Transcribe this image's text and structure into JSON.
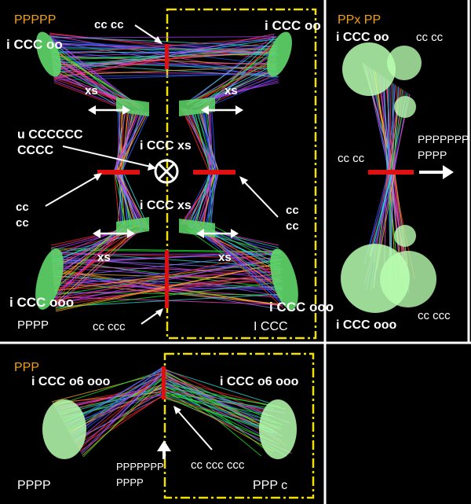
{
  "colors": {
    "background": "#000000",
    "panel_border": "#ffffff",
    "dash_box": "#f2e000",
    "title_text": "#f2a01a",
    "label_text": "#ffffff",
    "mirror_green": "#5fd86a",
    "mirror_light": "#b8ffb0",
    "plane_red": "#e01010",
    "beam_colors": [
      "#ff2a2a",
      "#2a5cff",
      "#22ee33",
      "#b040ff",
      "#ff40d0",
      "#ffb020",
      "#30e0e0",
      "#8080ff"
    ]
  },
  "panel_main": {
    "title": "PPPPP",
    "label_top_cc": "cc  cc",
    "label_tl_mirror": "i CCC oo",
    "label_tr_mirror": "i CCC oo",
    "label_xs_tl": "xs",
    "label_xs_tr": "xs",
    "label_xs_bl": "xs",
    "label_xs_br": "xs",
    "label_u_line1": "u CCCCCC",
    "label_u_line2": "CCCC",
    "label_icc_upper": "i CCC xs",
    "label_icc_lower": "i CCC xs",
    "label_left_cc1": "cc",
    "label_left_cc2": "cc",
    "label_right_cc1": "cc",
    "label_right_cc2": "cc",
    "label_bl_mirror": "i CCC ooo",
    "label_br_mirror": "i CCC ooo",
    "label_bottom_left": "PPPP",
    "label_bottom_cc": "cc  ccc",
    "label_bottom_right": "I CCC",
    "cross_symbol": "⊗"
  },
  "panel_side": {
    "title": "PPx PP",
    "label_top_mirror": "i CCC oo",
    "label_top_cc": "cc  cc",
    "label_mid_cc": "cc  cc",
    "label_arrow_line1": "PPPPPPP",
    "label_arrow_line2": "PPPP",
    "label_bottom_mirror": "i CCC ooo",
    "label_bottom_cc": "cc  ccc"
  },
  "panel_bottom": {
    "title": "PPP",
    "label_left_mirror": "i CCC o6  ooo",
    "label_right_mirror": "i CCC o6  ooo",
    "label_arrow_line1": "PPPPPPP",
    "label_arrow_line2": "PPPP",
    "label_cc": "cc  ccc ccc",
    "label_bottom_left": "PPPP",
    "label_bottom_right": "PPP c"
  }
}
